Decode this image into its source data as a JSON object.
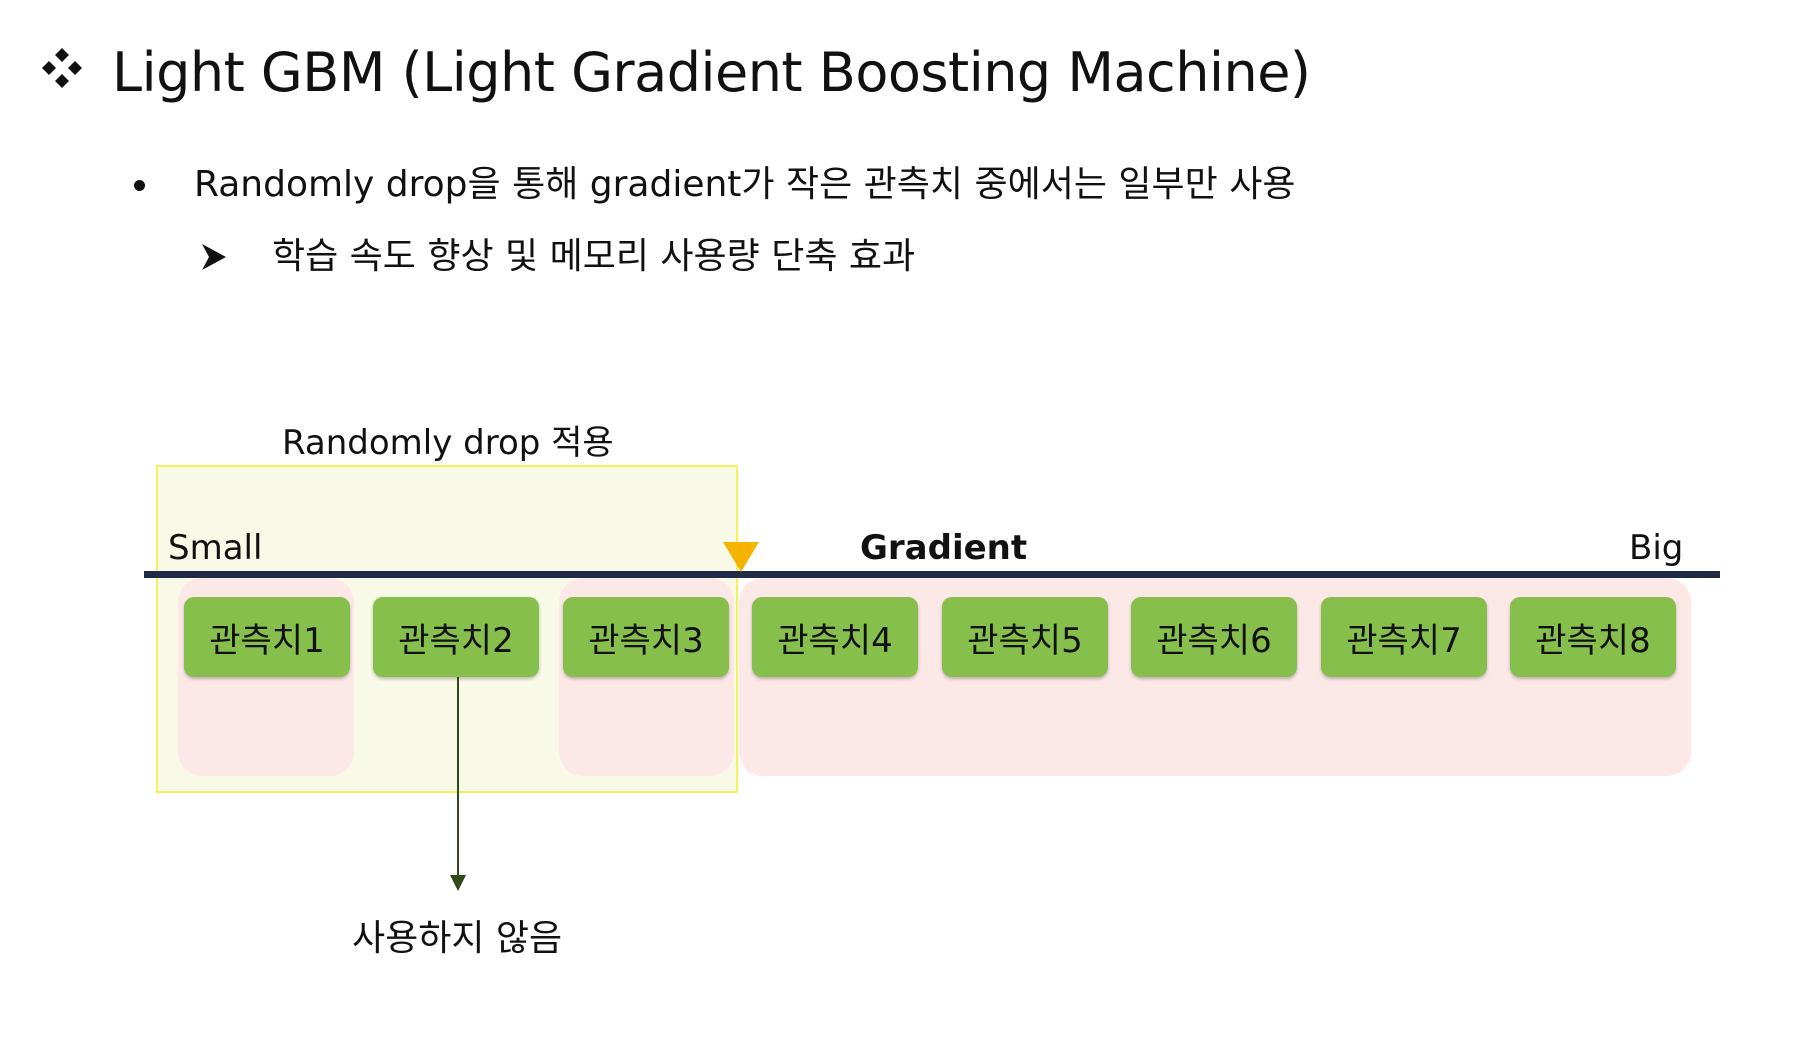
{
  "title": "Light GBM (Light Gradient Boosting Machine)",
  "bullets": [
    "Randomly drop을 통해 gradient가 작은 관측치 중에서는 일부만 사용",
    "학습 속도 향상 및 메모리 사용량 단축 효과"
  ],
  "diagram": {
    "drop_label": "Randomly drop 적용",
    "axis": {
      "left_label": "Small",
      "center_label": "Gradient",
      "right_label": "Big"
    },
    "observations": [
      "관측치1",
      "관측치2",
      "관측치3",
      "관측치4",
      "관측치5",
      "관측치6",
      "관측치7",
      "관측치8"
    ],
    "dropped_label": "사용하지 않음"
  },
  "colors": {
    "observation_fill": "#86bf4c",
    "drop_region": "#f8f9e6",
    "drop_border": "#f2f25a",
    "used_highlight": "#fde8e8",
    "axis": "#1f2a48",
    "marker": "#f5b400",
    "arrow": "#2f4a1a"
  },
  "icons": {
    "title_bullet": "four-diamond-icon",
    "sub_bullet": "arrowhead-icon"
  }
}
